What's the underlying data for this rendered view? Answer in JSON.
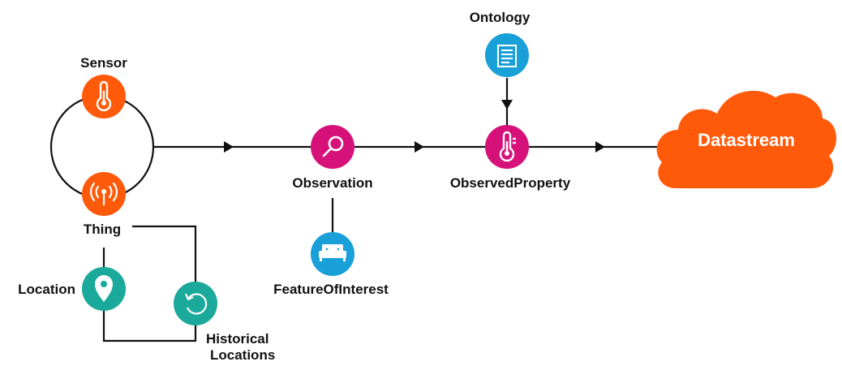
{
  "nodes": {
    "sensor": {
      "label": "Sensor",
      "color": "#ff5a0a"
    },
    "thing": {
      "label": "Thing",
      "color": "#ff5a0a"
    },
    "location": {
      "label": "Location",
      "color": "#1aa99a"
    },
    "historical_locations": {
      "label_line1": "Historical",
      "label_line2": "Locations",
      "color": "#1aa99a"
    },
    "observation": {
      "label": "Observation",
      "color": "#d6127a"
    },
    "feature_of_interest": {
      "label": "FeatureOfInterest",
      "color": "#1aa0d8"
    },
    "observed_property": {
      "label": "ObservedProperty",
      "color": "#d6127a"
    },
    "ontology": {
      "label": "Ontology",
      "color": "#1aa0d8"
    },
    "datastream": {
      "label": "Datastream",
      "color": "#ff5a0a"
    }
  },
  "icons": {
    "sensor": "thermometer-icon",
    "thing": "antenna-icon",
    "location": "map-pin-icon",
    "historical_locations": "history-icon",
    "observation": "magnifier-icon",
    "feature_of_interest": "sofa-icon",
    "observed_property": "thermometer-icon",
    "ontology": "document-icon"
  },
  "line_color": "#111111"
}
